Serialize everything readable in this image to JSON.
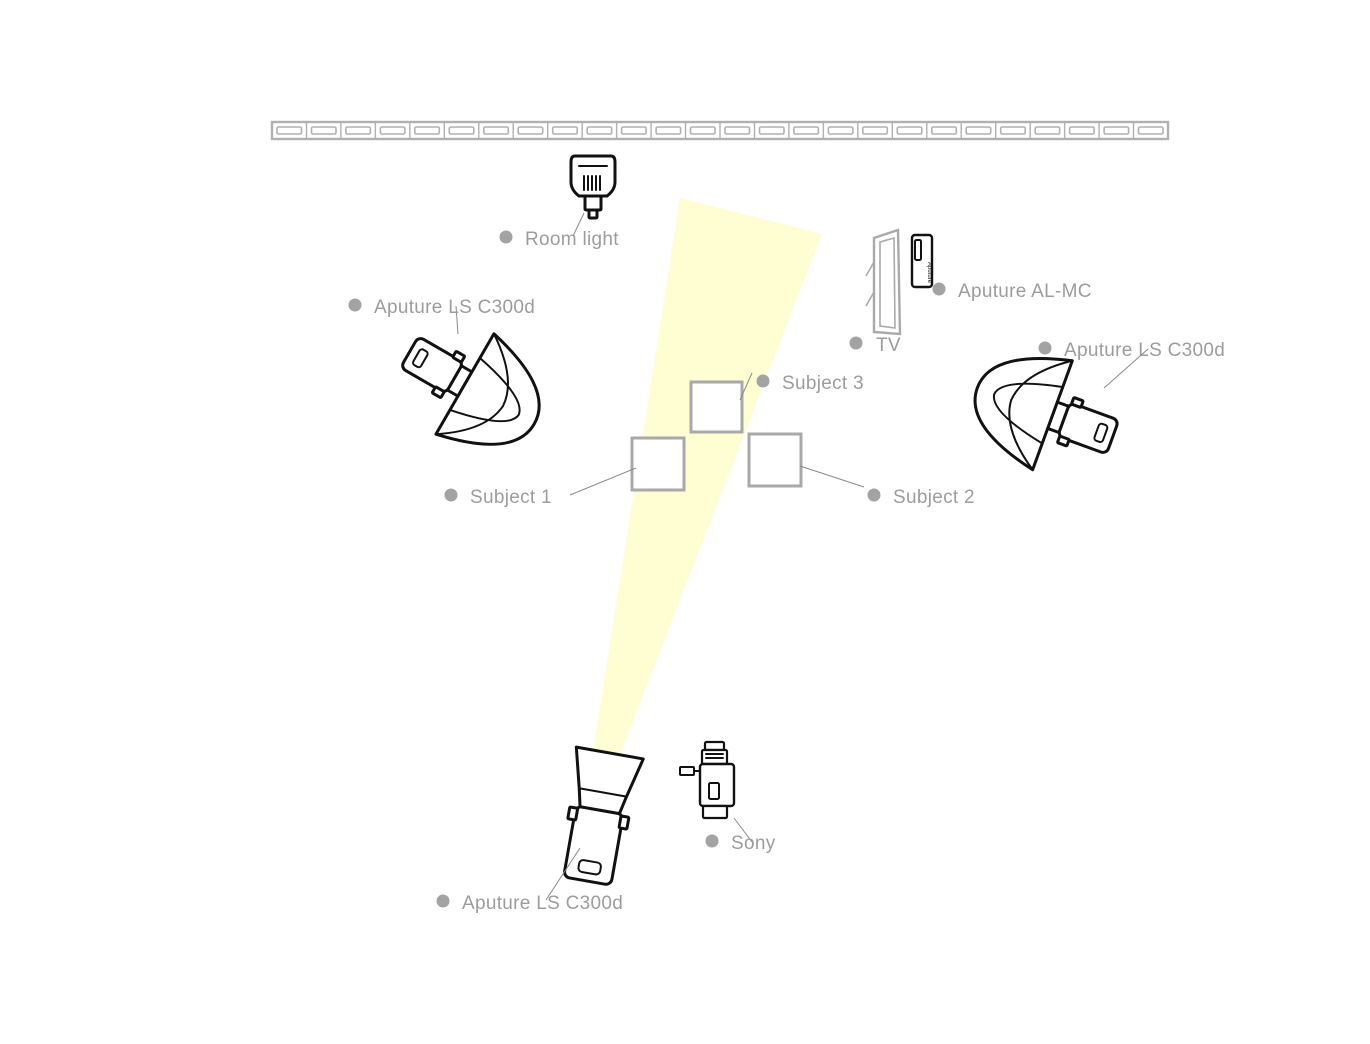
{
  "labels": {
    "room_light": "Room light",
    "left_light": "Aputure LS C300d",
    "monitor_light": "Aputure AL-MC",
    "tv": "TV",
    "right_light": "Aputure LS C300d",
    "subject_3": "Subject 3",
    "subject_1": "Subject 1",
    "subject_2": "Subject 2",
    "camera": "Sony",
    "key_light": "Aputure LS C300d",
    "monitor_light_brand": "Aputure"
  },
  "colors": {
    "beam": "#fffdd2",
    "label_dot": "#a3a3a3",
    "label_text": "#9c9c9c",
    "equipment_outline": "#111111",
    "set_outline": "#a9a9a9"
  },
  "icons": {
    "room_light": "bulb-icon",
    "lights": "softbox-light-icon",
    "monitor_light": "mini-led-panel-icon",
    "tv": "tv-panel-icon",
    "camera": "camera-icon",
    "window": "window-strip-icon"
  }
}
